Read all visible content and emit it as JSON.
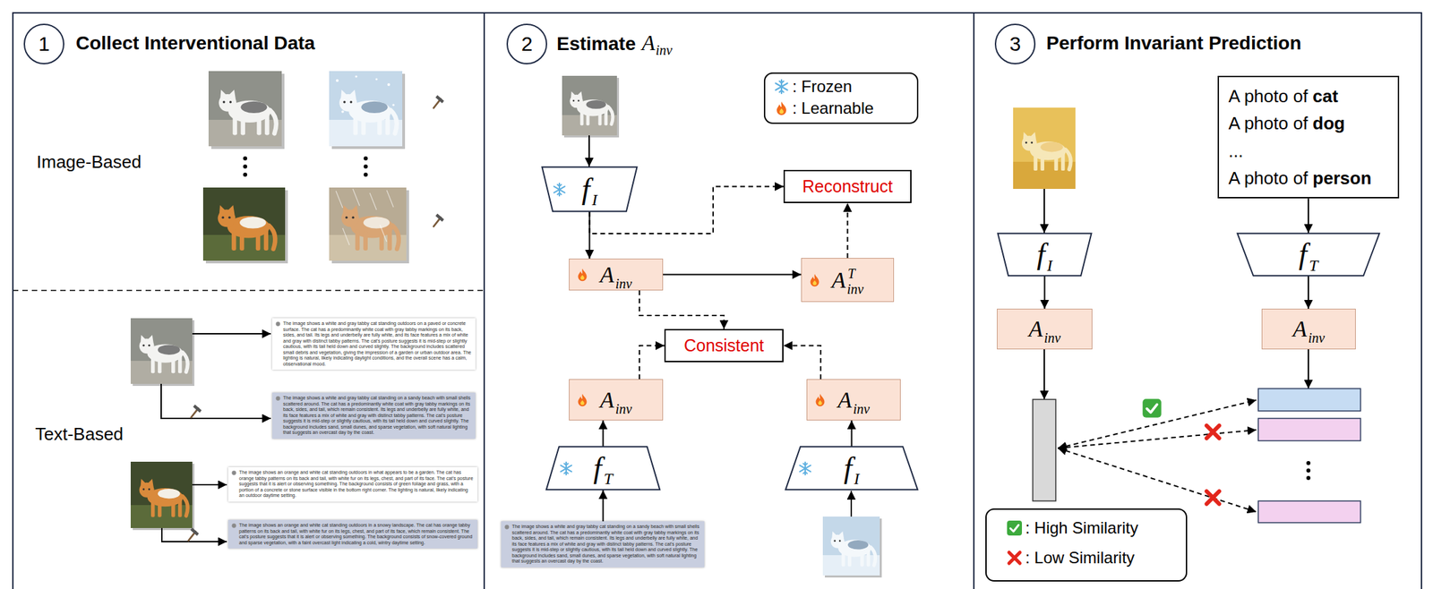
{
  "diagram": {
    "nodes": [
      {
        "text": [
          "Collect Interventional Data"
        ]
      },
      {
        "text": [
          "1"
        ],
        "in": 0
      },
      {
        "text": [
          "The image shows a white and gray tabby cat standing outdoors on a paved or concrete surface. The cat has a predominantly white coat with gray tabby markings on its back, sides, and tail. Its legs and underbelly are fully white, and its face features a mix of white and gray with distinct tabby patterns. The cat's posture suggests it is mid-step or slightly cautious, with its tail held down and curved slightly. The background includes scattered small debris and vegetation, giving the impression of a garden or urban outdoor area. The lighting is natural, likely indicating daylight conditions, and the overall scene has a calm, observational mood."
        ],
        "in": 0
      },
      {
        "text": [
          "The image shows a white and gray tabby cat standing on a sandy beach with small shells scattered around. The cat has a predominantly white coat with gray tabby markings on its back, sides, and tail, which remain consistent. Its legs and underbelly are fully white, and its face features a mix of white and gray with distinct tabby patterns. The cat's posture suggests it is mid-step or slightly cautious, with its tail held down and curved slightly. The background includes sand, small dunes, and sparse vegetation, with soft natural lighting that suggests an overcast day by the coast."
        ],
        "in": 0
      },
      {
        "text": [
          "The image shows an orange and white cat standing outdoors in what appears to be a garden. The cat has orange tabby patterns on its back and tail, with white fur on its legs, chest, and part of its face. The cat's posture suggests that it is alert or observing something. The background consists of green foliage and grass, with a portion of a concrete or stone surface visible in the bottom right corner. The lighting is natural, likely indicating an outdoor daytime setting."
        ],
        "in": 0
      },
      {
        "text": [
          "The image shows an orange and white cat standing outdoors in a snowy landscape. The cat has orange tabby patterns on its back and tail, with white fur on its legs, chest, and part of its face, which remain consistent. The cat's posture suggests that it is alert or observing something. The background consists of snow-covered ground and sparse vegetation, with a faint overcast light indicating a cold, wintry daytime setting."
        ],
        "in": 0
      },
      {
        "text": [
          "Estimate",
          "A",
          "inv"
        ]
      },
      {
        "text": [
          "2"
        ],
        "in": 6
      },
      {
        "text": [
          "f",
          "I"
        ],
        "in": 6
      },
      {
        "text": [
          "Reconstruct"
        ],
        "in": 6
      },
      {
        "text": [
          "A",
          "inv"
        ],
        "in": 6
      },
      {
        "text": [
          "A",
          "T",
          "inv"
        ],
        "in": 6
      },
      {
        "text": [
          "Consistent"
        ],
        "in": 6
      },
      {
        "text": [
          "A",
          "inv"
        ],
        "in": 6
      },
      {
        "text": [
          "A",
          "inv"
        ],
        "in": 6
      },
      {
        "text": [
          "f",
          "T"
        ],
        "in": 6
      },
      {
        "text": [
          "f",
          "I"
        ],
        "in": 6
      },
      {
        "text": [
          "The image shows a white and gray tabby cat standing on a sandy beach with small shells scattered around. The cat has a predominantly white coat with gray tabby markings on its back, sides, and tail, which remain consistent. Its legs and underbelly are fully white, and its face features a mix of white and gray with distinct tabby patterns. The cat's posture suggests it is mid-step or slightly cautious, with its tail held down and curved slightly. The background includes sand, small dunes, and sparse vegetation, with soft natural lighting that suggests an overcast day by the coast."
        ],
        "in": 6
      },
      {
        "text": [
          "Perform Invariant Prediction"
        ]
      },
      {
        "text": [
          "3"
        ],
        "in": 18
      },
      {
        "text": [
          "A photo of cat",
          "A photo of dog",
          "...",
          "A photo of person"
        ],
        "in": 18
      },
      {
        "text": [
          "f",
          "I"
        ],
        "in": 18
      },
      {
        "text": [
          "f",
          "T"
        ],
        "in": 18
      },
      {
        "text": [
          "A",
          "inv"
        ],
        "in": 18
      },
      {
        "text": [
          "A",
          "inv"
        ],
        "in": 18
      }
    ],
    "edges": [
      {
        "from": 8,
        "to": 10,
        "arrow": "to"
      },
      {
        "from": 8,
        "to": 9,
        "arrow": "to"
      },
      {
        "from": 10,
        "to": 11,
        "arrow": "to"
      },
      {
        "from": 11,
        "to": 9,
        "arrow": "to"
      },
      {
        "from": 10,
        "to": 12,
        "arrow": "to"
      },
      {
        "from": 13,
        "to": 12,
        "arrow": "to"
      },
      {
        "from": 14,
        "to": 12,
        "arrow": "to"
      },
      {
        "from": 15,
        "to": 13,
        "arrow": "to"
      },
      {
        "from": 16,
        "to": 14,
        "arrow": "to"
      },
      {
        "from": 17,
        "to": 15,
        "arrow": "to"
      },
      {
        "from": 21,
        "to": 23,
        "arrow": "to"
      },
      {
        "from": 20,
        "to": 22,
        "arrow": "to"
      },
      {
        "from": 22,
        "to": 24,
        "arrow": "to"
      }
    ],
    "labels": [
      "Image-Based",
      "Text-Based"
    ],
    "legend": [
      {
        "text": ": Frozen"
      },
      {
        "text": ": Learnable"
      },
      {
        "text": ": High Similarity"
      },
      {
        "text": ": Low Similarity"
      }
    ]
  }
}
